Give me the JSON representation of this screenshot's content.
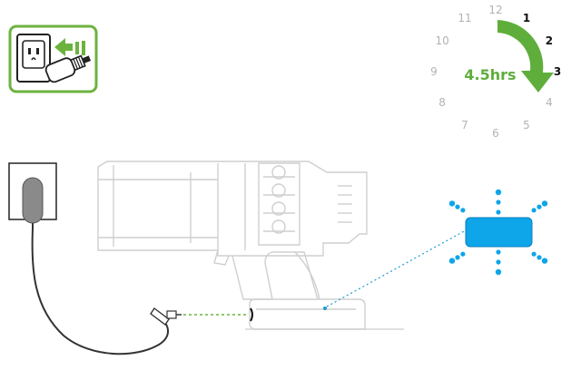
{
  "clock": {
    "numbers": [
      "12",
      "1",
      "2",
      "3",
      "4",
      "5",
      "6",
      "7",
      "8",
      "9",
      "10",
      "11"
    ],
    "highlighted": [
      "1",
      "2",
      "3"
    ],
    "duration_label": "4.5hrs",
    "arrow_color": "#5fae3c"
  },
  "icons": {
    "plug_in_badge": "plug-into-socket-icon",
    "status_light": "charging-light-icon"
  },
  "colors": {
    "accent_green": "#6cb33e",
    "light_blue": "#0ea5e9",
    "line_gray": "#c8c8c8",
    "cable": "#333333"
  }
}
